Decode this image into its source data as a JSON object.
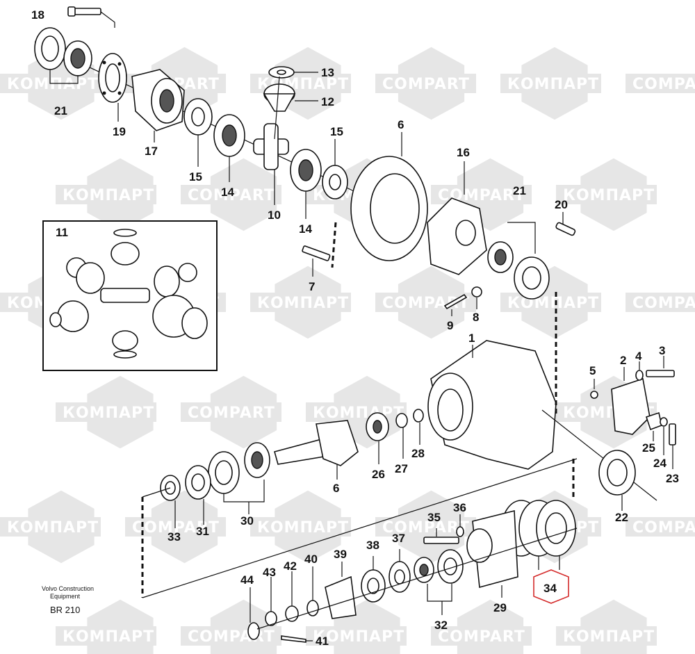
{
  "watermarks": [
    "КОМПАРТ",
    "COMPART"
  ],
  "caption": {
    "line1": "Volvo Construction",
    "line2": "Equipment",
    "model": "BR 210"
  },
  "inset_label": "11",
  "callouts": {
    "p1": "1",
    "p2": "2",
    "p3": "3",
    "p4": "4",
    "p5": "5",
    "p6a": "6",
    "p6b": "6",
    "p7": "7",
    "p8": "8",
    "p9": "9",
    "p10": "10",
    "p12": "12",
    "p13": "13",
    "p14a": "14",
    "p14b": "14",
    "p15a": "15",
    "p15b": "15",
    "p16": "16",
    "p17": "17",
    "p18": "18",
    "p19": "19",
    "p20": "20",
    "p21a": "21",
    "p21b": "21",
    "p22": "22",
    "p23": "23",
    "p24": "24",
    "p25": "25",
    "p26": "26",
    "p27": "27",
    "p28": "28",
    "p29": "29",
    "p30": "30",
    "p31": "31",
    "p32": "32",
    "p33": "33",
    "p34": "34",
    "p35": "35",
    "p36": "36",
    "p37": "37",
    "p38": "38",
    "p39": "39",
    "p40": "40",
    "p41": "41",
    "p42": "42",
    "p43": "43",
    "p44": "44"
  },
  "colors": {
    "watermark": "#e6e6e6",
    "highlight": "#d42b2b",
    "ink": "#111111"
  }
}
